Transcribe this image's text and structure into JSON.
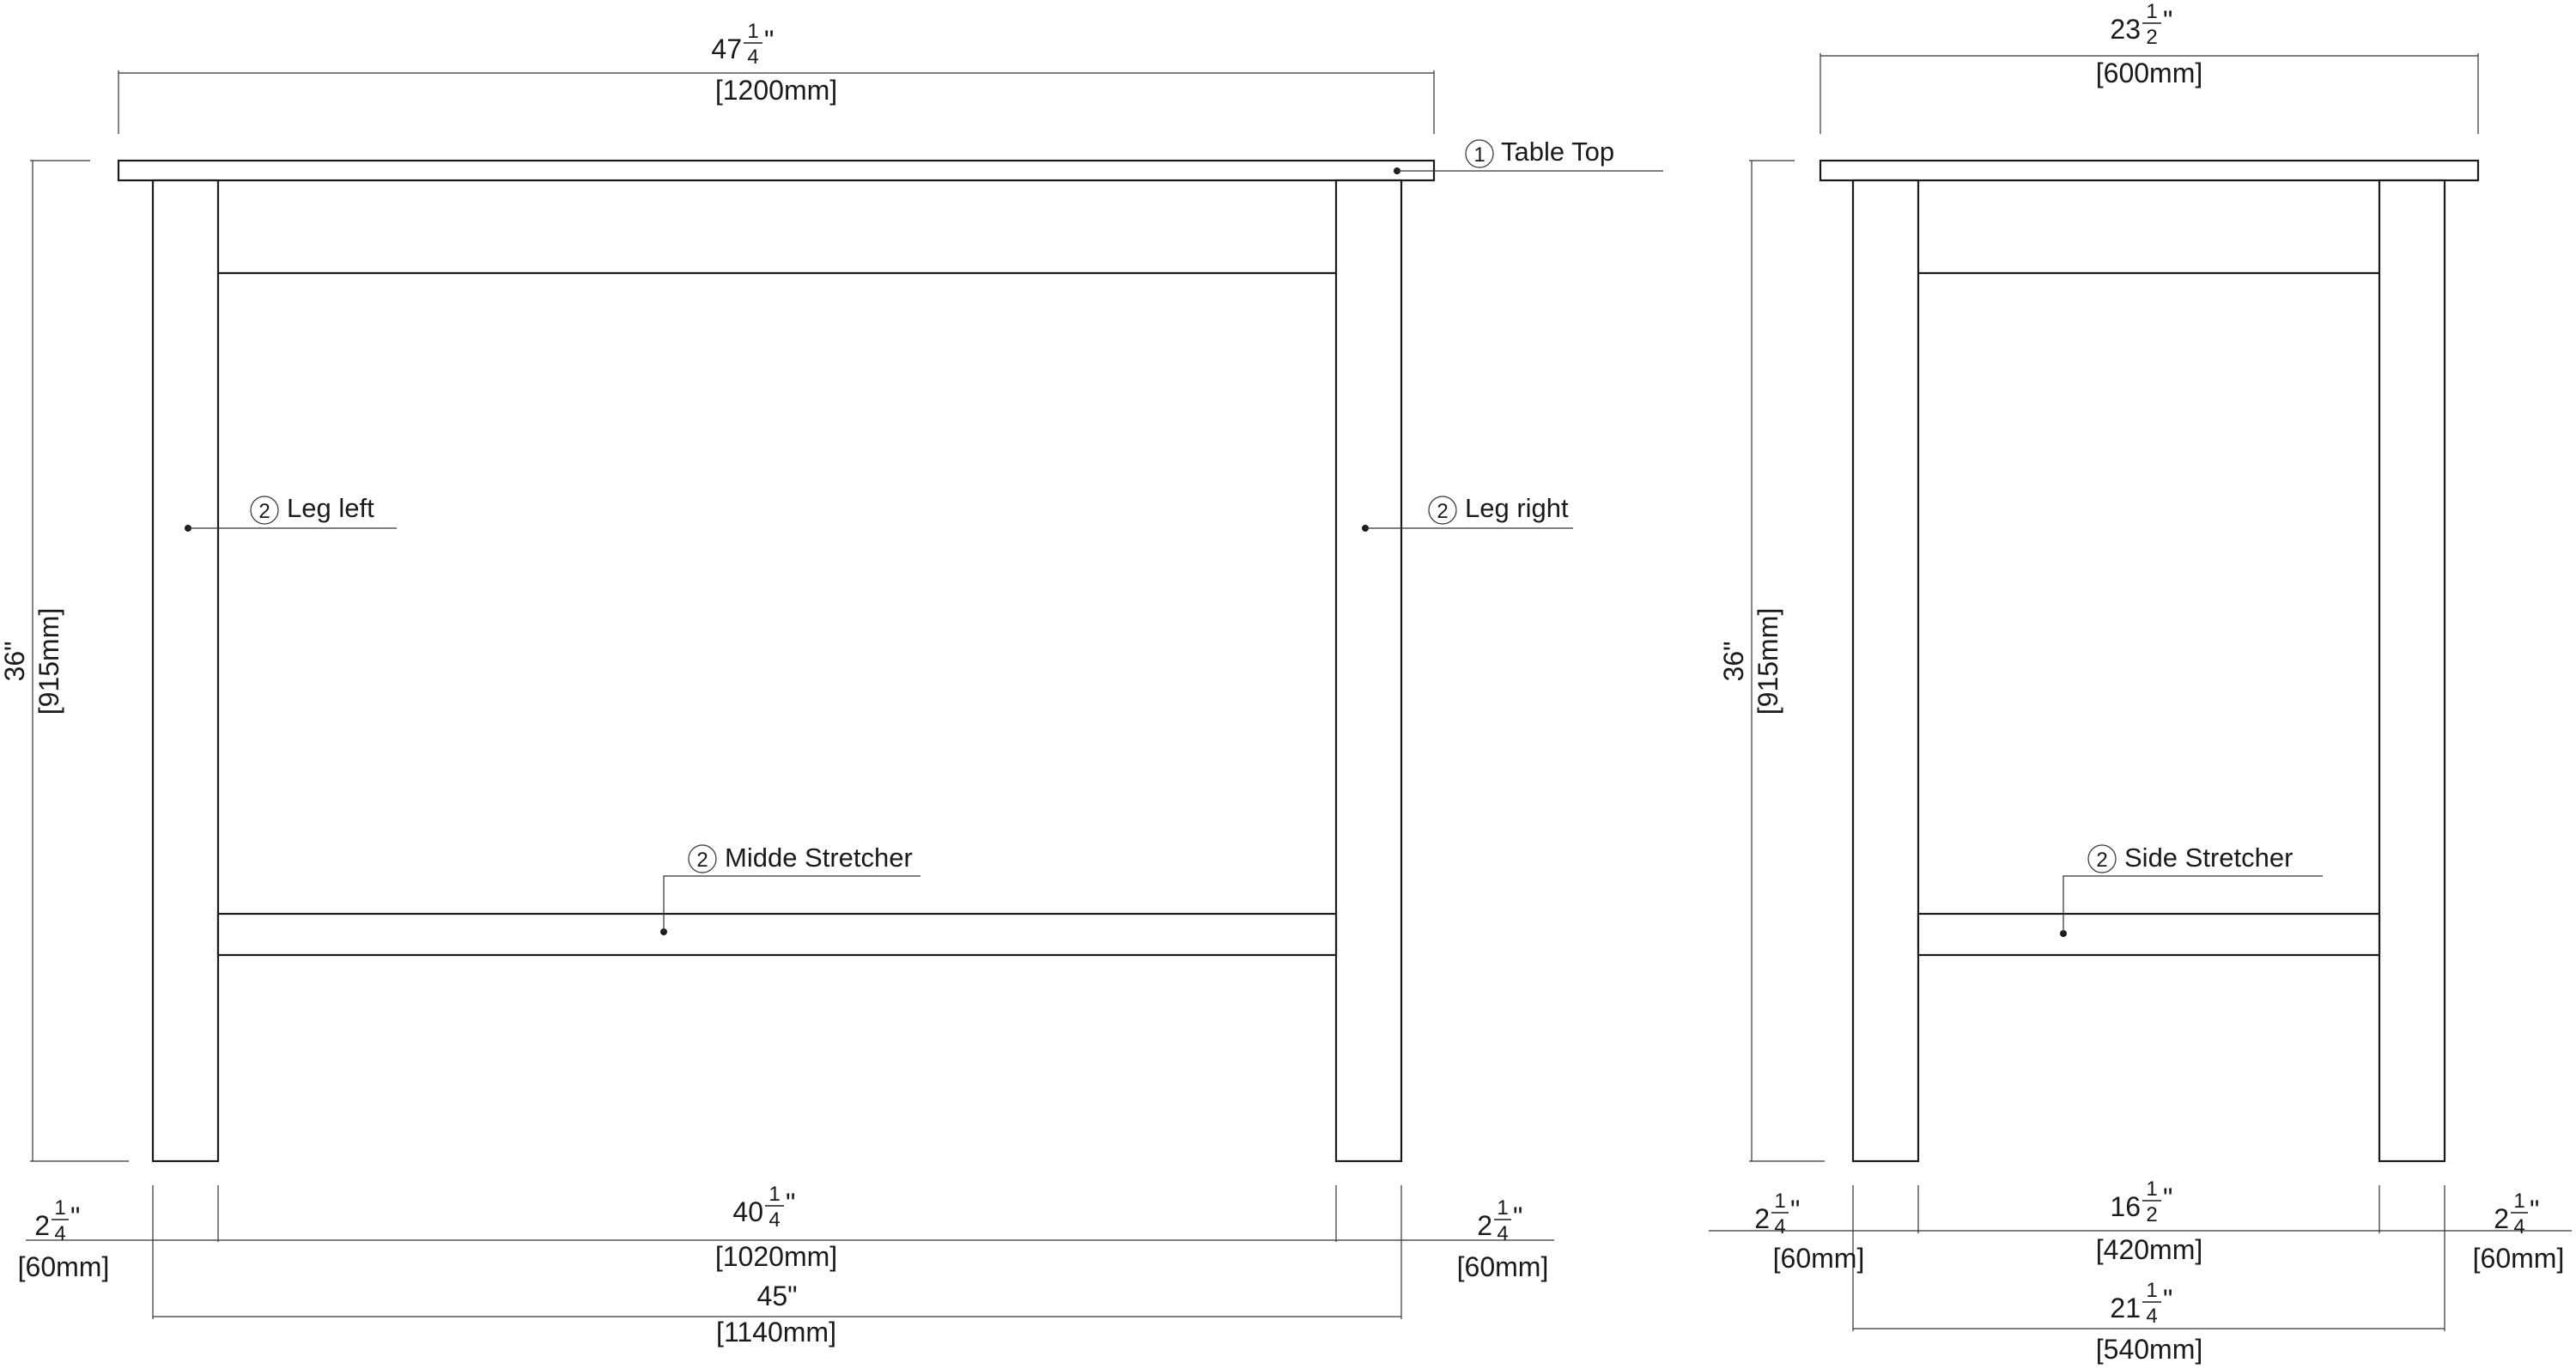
{
  "front": {
    "overall_width": {
      "whole": "47",
      "num": "1",
      "den": "4",
      "unit": "\"",
      "mm": "[1200mm]"
    },
    "height": {
      "inch": "36\"",
      "mm": "[915mm]"
    },
    "leg_width_left": {
      "whole": "2",
      "num": "1",
      "den": "4",
      "unit": "\"",
      "mm": "[60mm]"
    },
    "inner_width": {
      "whole": "40",
      "num": "1",
      "den": "4",
      "unit": "\"",
      "mm": "[1020mm]"
    },
    "leg_width_right": {
      "whole": "2",
      "num": "1",
      "den": "4",
      "unit": "\"",
      "mm": "[60mm]"
    },
    "outer_leg_span": {
      "inch": "45\"",
      "mm": "[1140mm]"
    },
    "labels": {
      "table_top": {
        "num": "1",
        "text": "Table Top"
      },
      "leg_left": {
        "num": "2",
        "text": "Leg left"
      },
      "leg_right": {
        "num": "2",
        "text": "Leg right"
      },
      "middle_stretcher": {
        "num": "2",
        "text": "Midde Stretcher"
      }
    }
  },
  "side": {
    "overall_depth": {
      "whole": "23",
      "num": "1",
      "den": "2",
      "unit": "\"",
      "mm": "[600mm]"
    },
    "height": {
      "inch": "36\"",
      "mm": "[915mm]"
    },
    "leg_width_left": {
      "whole": "2",
      "num": "1",
      "den": "4",
      "unit": "\"",
      "mm": "[60mm]"
    },
    "inner_depth": {
      "whole": "16",
      "num": "1",
      "den": "2",
      "unit": "\"",
      "mm": "[420mm]"
    },
    "leg_width_right": {
      "whole": "2",
      "num": "1",
      "den": "4",
      "unit": "\"",
      "mm": "[60mm]"
    },
    "outer_leg_span": {
      "whole": "21",
      "num": "1",
      "den": "4",
      "unit": "\"",
      "mm": "[540mm]"
    },
    "labels": {
      "side_stretcher": {
        "num": "2",
        "text": "Side Stretcher"
      }
    }
  }
}
